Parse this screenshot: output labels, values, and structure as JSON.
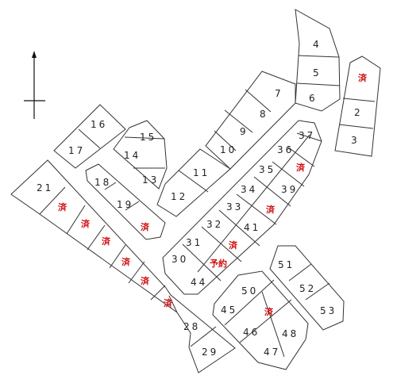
{
  "sold_color": "#d01010",
  "line_color": "#333333",
  "compass": {
    "icon": "north-arrow-icon"
  },
  "lots": {
    "l1": "済",
    "l2": "2",
    "l3": "3",
    "l4": "4",
    "l5": "5",
    "l6": "6",
    "l7": "7",
    "l8": "8",
    "l9": "9",
    "l10": "10",
    "l11": "11",
    "l12": "12",
    "l13": "13",
    "l14": "14",
    "l15": "15",
    "l16": "16",
    "l17": "17",
    "l18": "18",
    "l19": "19",
    "l20": "済",
    "l21": "21",
    "l22": "済",
    "l23": "済",
    "l24": "済",
    "l25": "済",
    "l26": "済",
    "l27": "済",
    "l28": "28",
    "l29": "29",
    "l30": "30",
    "l31": "31",
    "l32": "32",
    "l33": "33",
    "l34": "34",
    "l35": "35",
    "l36": "36",
    "l37": "37",
    "l38": "済",
    "l39": "39",
    "l40": "済",
    "l41": "41",
    "l42": "済",
    "l43": "予約",
    "l44": "44",
    "l45": "45",
    "l46": "46",
    "l47": "47",
    "l48": "48",
    "l49": "済",
    "l50": "50",
    "l51": "51",
    "l52": "52",
    "l53": "53"
  }
}
